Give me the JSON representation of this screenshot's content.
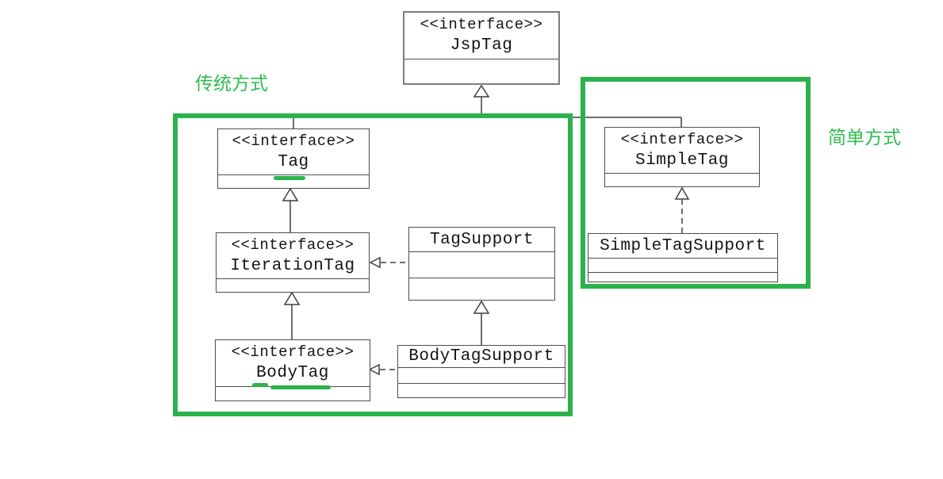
{
  "diagram": {
    "labels": {
      "traditional": "传统方式",
      "simple": "简单方式"
    },
    "classes": {
      "jsptag": {
        "stereotype": "<<interface>>",
        "name": "JspTag"
      },
      "tag": {
        "stereotype": "<<interface>>",
        "name": "Tag"
      },
      "iterationtag": {
        "stereotype": "<<interface>>",
        "name": "IterationTag"
      },
      "bodytag": {
        "stereotype": "<<interface>>",
        "name": "BodyTag"
      },
      "tagsupport": {
        "name": "TagSupport"
      },
      "bodytagsupport": {
        "name": "BodyTagSupport"
      },
      "simpletag": {
        "stereotype": "<<interface>>",
        "name": "SimpleTag"
      },
      "simpletagsupport": {
        "name": "SimpleTagSupport"
      }
    },
    "colors": {
      "annotation_green": "#2cb24b",
      "box_border": "#4d4d4d",
      "connector": "#3f3f3f"
    }
  }
}
